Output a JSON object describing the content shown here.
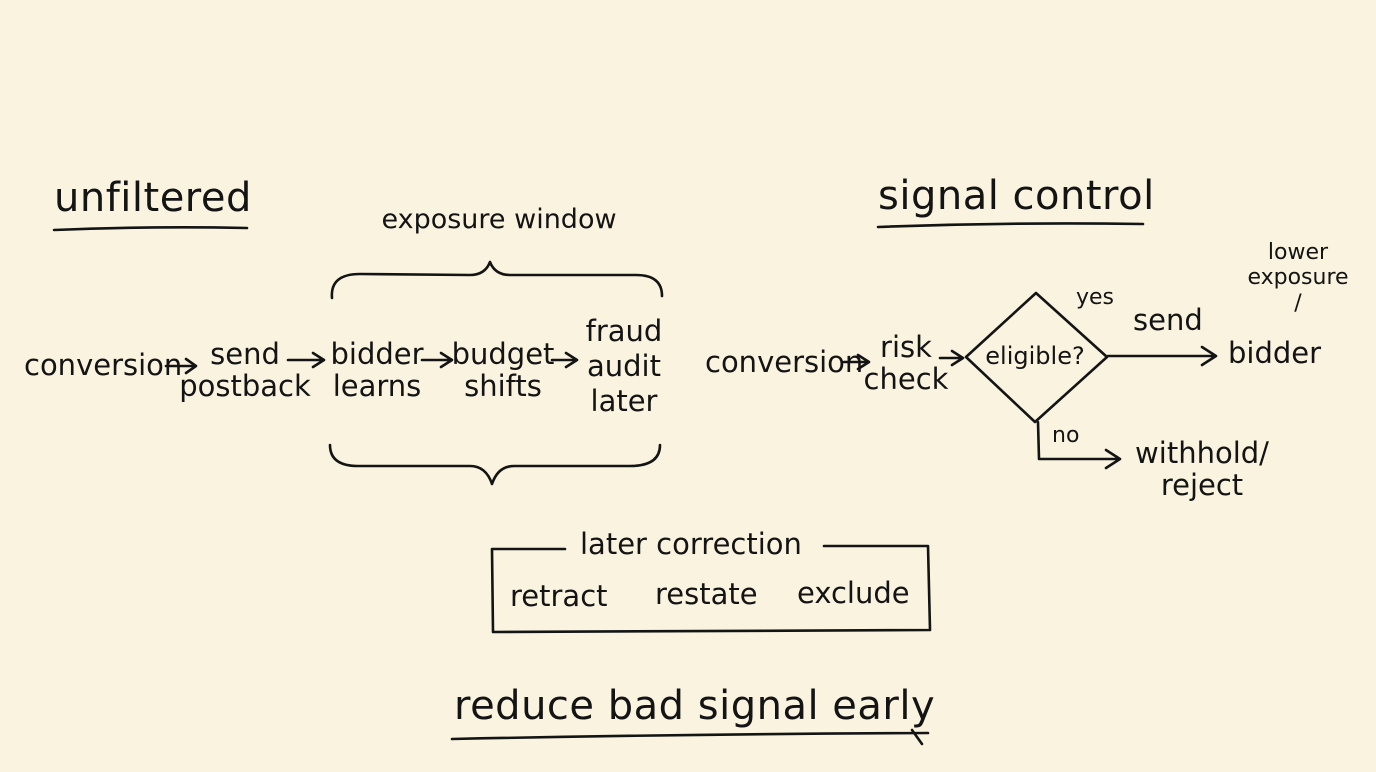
{
  "unfiltered": {
    "title": "unfiltered",
    "exposure_window_label": "exposure window",
    "steps": [
      "conversion",
      "send\npostback",
      "bidder\nlearns",
      "budget\nshifts",
      "fraud\naudit\nlater"
    ]
  },
  "signal_control": {
    "title": "signal control",
    "conversion": "conversion",
    "risk_check": "risk\ncheck",
    "decision": "eligible?",
    "yes_label": "yes",
    "send_label": "send",
    "no_label": "no",
    "bidder": "bidder",
    "lower_exposure": "lower\nexposure\n/",
    "withhold": "withhold/\nreject"
  },
  "later_correction": {
    "title": "later correction",
    "actions": [
      "retract",
      "restate",
      "exclude"
    ]
  },
  "footer": {
    "caption": "reduce bad signal early"
  }
}
